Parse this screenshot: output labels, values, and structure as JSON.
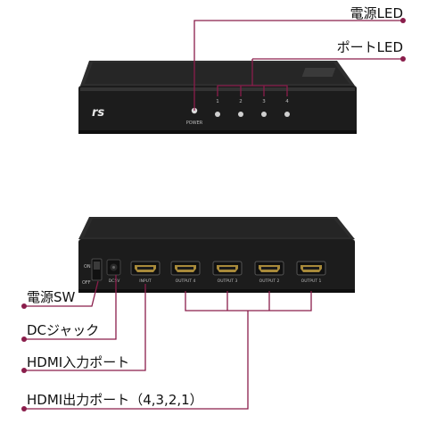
{
  "colors": {
    "accent": "#8a1d4b",
    "device": "#1f1f1f",
    "device_top": "#2a2a2a",
    "led": "#cfcfcf"
  },
  "callouts": {
    "power_led": "電源LED",
    "port_led": "ポートLED",
    "power_sw": "電源SW",
    "dc_jack": "DCジャック",
    "hdmi_input": "HDMI入力ポート",
    "hdmi_output": "HDMI出力ポート（4,3,2,1）"
  },
  "front_panel": {
    "power_label": "POWER",
    "port_numbers": [
      "1",
      "2",
      "3",
      "4"
    ]
  },
  "rear_panel": {
    "switch_on": "ON",
    "switch_off": "OFF",
    "dc_label": "DC5V",
    "port_labels": [
      "INPUT",
      "OUTPUT 4",
      "OUTPUT 3",
      "OUTPUT 2",
      "OUTPUT 1"
    ]
  },
  "icons": {
    "brand": "rs-logo-icon"
  }
}
